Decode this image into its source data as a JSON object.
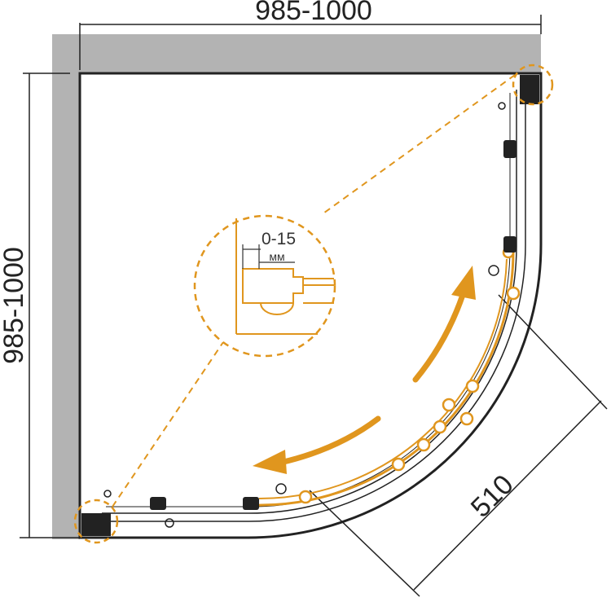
{
  "dimensions": {
    "width_label": "985-1000",
    "height_label": "985-1000",
    "door_label": "510"
  },
  "detail": {
    "gap_label": "0-15",
    "unit_label": "мм"
  },
  "colors": {
    "line": "#222222",
    "wall": "#b3b3b3",
    "accent": "#e0961e",
    "background": "#ffffff"
  },
  "icons": {
    "arrow_open": "curved-arrow-icon",
    "arrow_close": "curved-arrow-icon"
  }
}
